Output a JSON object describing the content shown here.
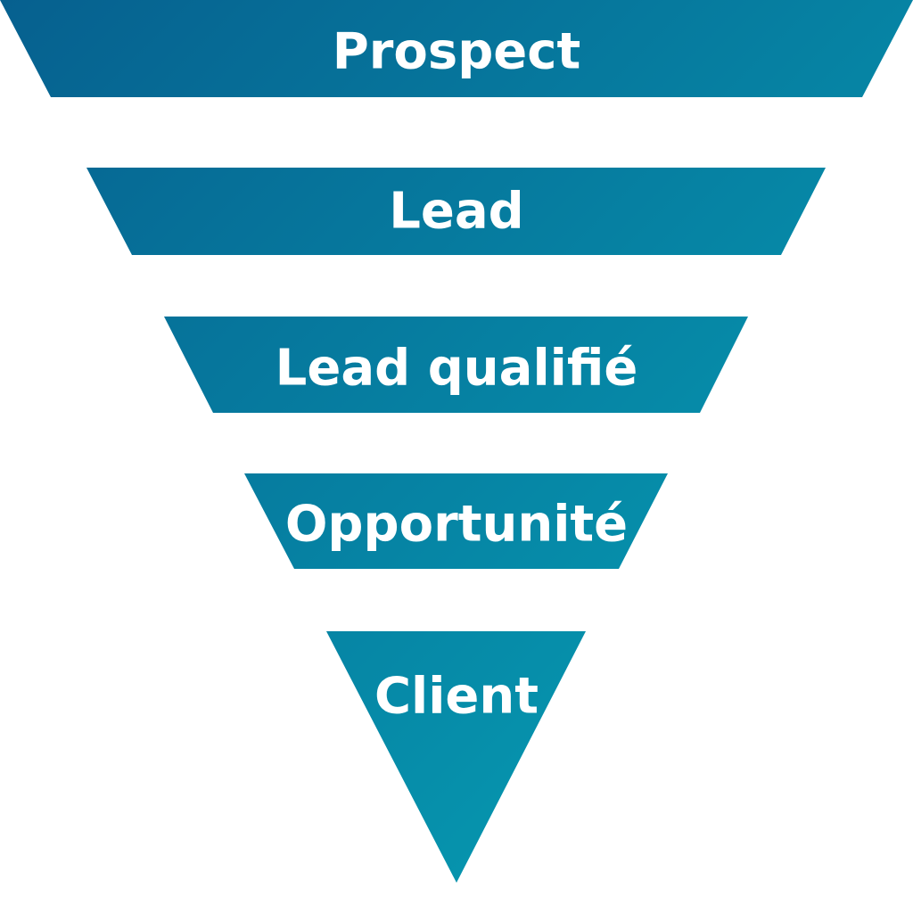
{
  "diagram": {
    "type": "funnel",
    "stages": [
      {
        "label": "Prospect"
      },
      {
        "label": "Lead"
      },
      {
        "label": "Lead qualifié"
      },
      {
        "label": "Opportunité"
      },
      {
        "label": "Client"
      }
    ]
  },
  "colors": {
    "gradient_start": "#06608f",
    "gradient_end": "#06a6b8",
    "text": "#ffffff",
    "background": "#ffffff"
  }
}
